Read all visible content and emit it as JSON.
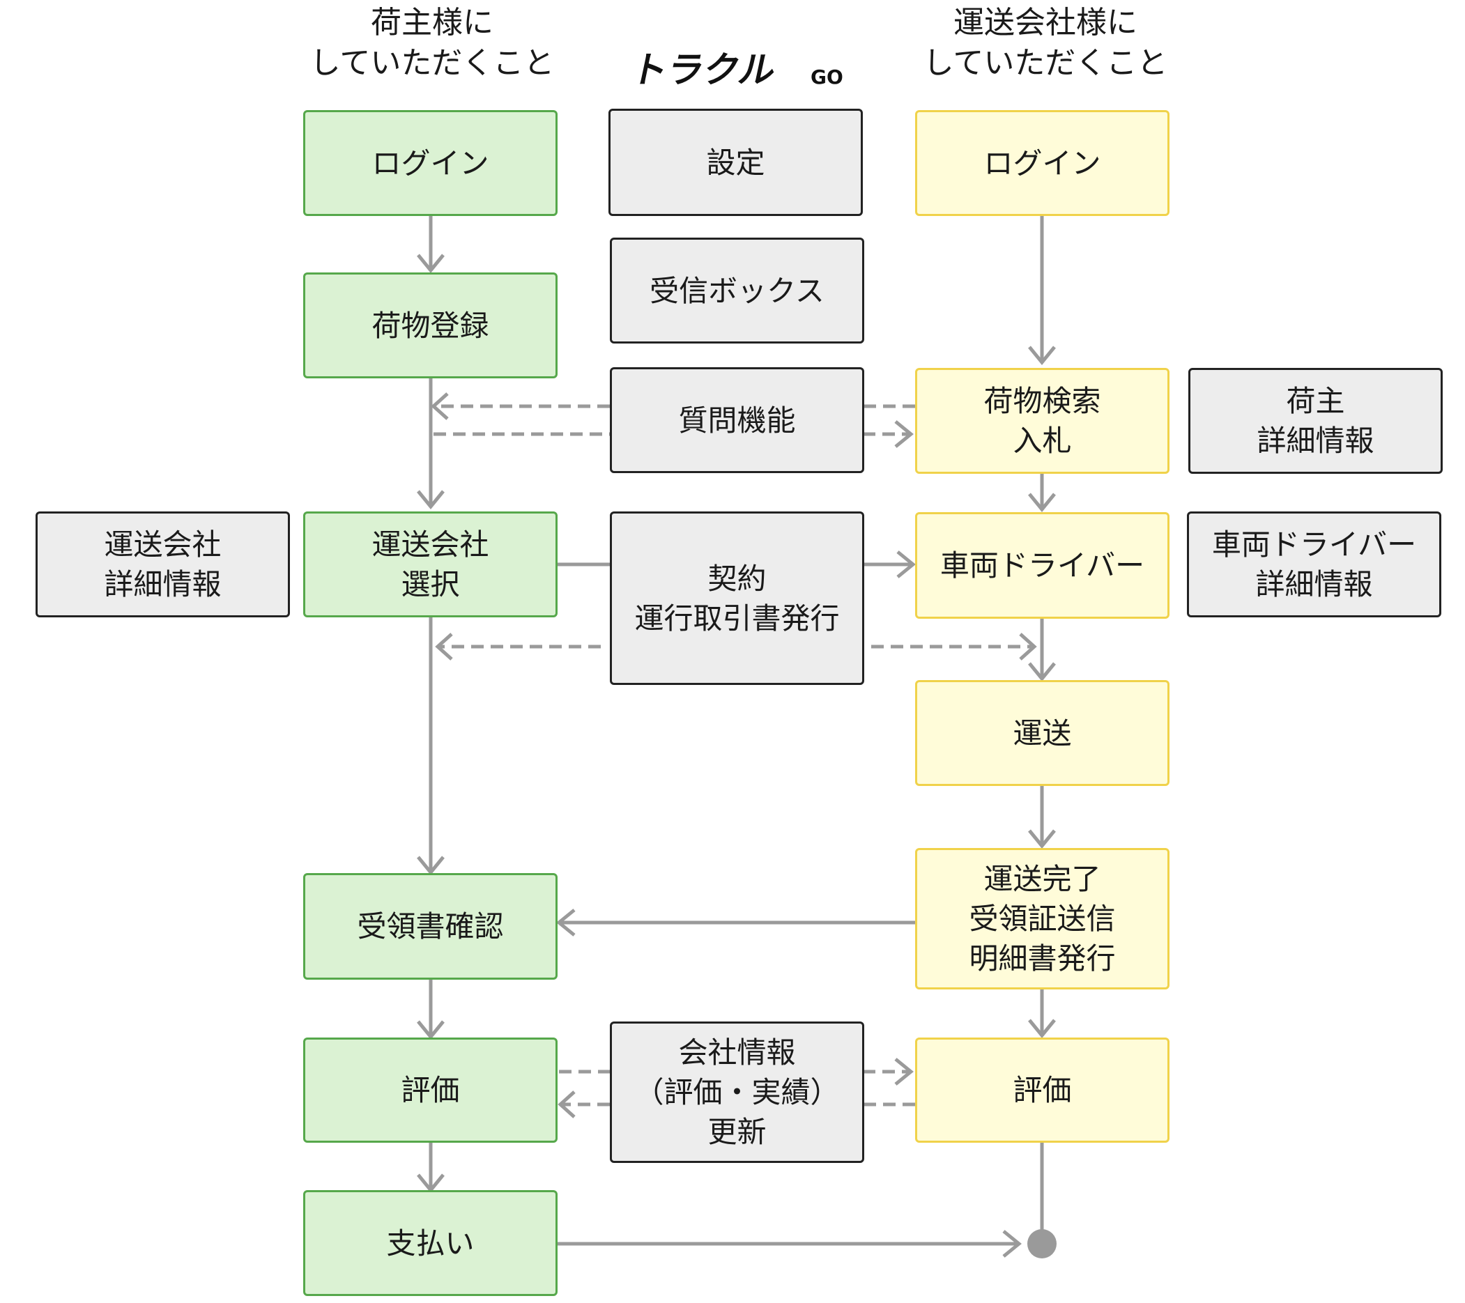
{
  "headers": {
    "shipper": {
      "line1": "荷主様に",
      "line2": "していただくこと"
    },
    "carrier": {
      "line1": "運送会社様に",
      "line2": "していただくこと"
    }
  },
  "logo": {
    "main": "トラクル",
    "sub": "GO"
  },
  "shipper_steps": {
    "login": "ログイン",
    "cargo_registration": "荷物登録",
    "carrier_selection": {
      "line1": "運送会社",
      "line2": "選択"
    },
    "receipt_confirmation": "受領書確認",
    "evaluation": "評価",
    "payment": "支払い"
  },
  "platform_features": {
    "settings": "設定",
    "inbox": "受信ボックス",
    "question_function": "質問機能",
    "contract": {
      "line1": "契約",
      "line2": "運行取引書発行"
    },
    "company_info_update": {
      "line1": "会社情報",
      "line2": "（評価・実績）",
      "line3": "更新"
    }
  },
  "carrier_steps": {
    "login": "ログイン",
    "cargo_search_bid": {
      "line1": "荷物検索",
      "line2": "入札"
    },
    "vehicle_driver": "車両ドライバー",
    "transport": "運送",
    "transport_complete": {
      "line1": "運送完了",
      "line2": "受領証送信",
      "line3": "明細書発行"
    },
    "evaluation": "評価"
  },
  "detail_panels": {
    "carrier_details": {
      "line1": "運送会社",
      "line2": "詳細情報"
    },
    "shipper_details": {
      "line1": "荷主",
      "line2": "詳細情報"
    },
    "vehicle_driver_details": {
      "line1": "車両ドライバー",
      "line2": "詳細情報"
    }
  },
  "colors": {
    "shipper_fill": "#dbf2d3",
    "shipper_border": "#56a84b",
    "platform_fill": "#ededed",
    "platform_border": "#222222",
    "carrier_fill": "#fffcd9",
    "carrier_border": "#f0d24a",
    "connector": "#9a9a9a"
  }
}
